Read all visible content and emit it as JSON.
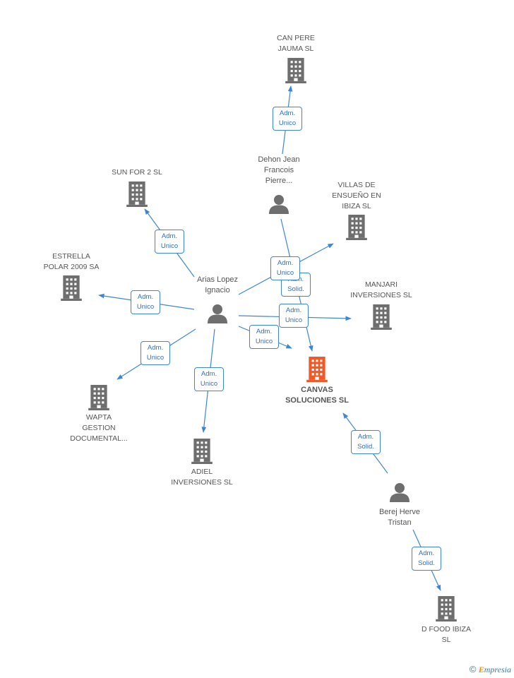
{
  "colors": {
    "edge": "#3d86d6",
    "building": "#6e6e6e",
    "main_building": "#f05a28",
    "person": "#6e6e6e",
    "label": "#555555"
  },
  "nodes": {
    "canvas": {
      "label_lines": [
        "CANVAS",
        "SOLUCIONES SL"
      ],
      "icon": "building-icon"
    },
    "can_pere": {
      "label_lines": [
        "CAN PERE",
        "JAUMA SL"
      ],
      "icon": "building-icon"
    },
    "sun_for_2": {
      "label_lines": [
        "SUN FOR 2 SL"
      ],
      "icon": "building-icon"
    },
    "villas": {
      "label_lines": [
        "VILLAS DE",
        "ENSUEÑO EN",
        "IBIZA SL"
      ],
      "icon": "building-icon"
    },
    "estrella": {
      "label_lines": [
        "ESTRELLA",
        "POLAR 2009 SA"
      ],
      "icon": "building-icon"
    },
    "manjari": {
      "label_lines": [
        "MANJARI",
        "INVERSIONES SL"
      ],
      "icon": "building-icon"
    },
    "wapta": {
      "label_lines": [
        "WAPTA",
        "GESTION",
        "DOCUMENTAL..."
      ],
      "icon": "building-icon"
    },
    "adiel": {
      "label_lines": [
        "ADIEL",
        "INVERSIONES SL"
      ],
      "icon": "building-icon"
    },
    "dfood": {
      "label_lines": [
        "D FOOD IBIZA",
        "SL"
      ],
      "icon": "building-icon"
    },
    "dehon": {
      "label_lines": [
        "Dehon Jean",
        "Francois",
        "Pierre..."
      ],
      "icon": "person-icon"
    },
    "arias": {
      "label_lines": [
        "Arias Lopez",
        "Ignacio"
      ],
      "icon": "person-icon"
    },
    "berej": {
      "label_lines": [
        "Berej Herve",
        "Tristan"
      ],
      "icon": "person-icon"
    }
  },
  "edges": [
    {
      "id": "dehon-canpere",
      "label": [
        "Adm.",
        "Unico"
      ]
    },
    {
      "id": "dehon-canvas",
      "label": [
        "Adm.",
        "Solid."
      ]
    },
    {
      "id": "arias-sunfor2",
      "label": [
        "Adm.",
        "Unico"
      ]
    },
    {
      "id": "arias-villas",
      "label": [
        "Adm.",
        "Unico"
      ]
    },
    {
      "id": "arias-estrella",
      "label": [
        "Adm.",
        "Unico"
      ]
    },
    {
      "id": "arias-manjari",
      "label": [
        "Adm.",
        "Unico"
      ]
    },
    {
      "id": "arias-canvas",
      "label": [
        "Adm.",
        "Unico"
      ]
    },
    {
      "id": "arias-wapta",
      "label": [
        "Adm.",
        "Unico"
      ]
    },
    {
      "id": "arias-adiel",
      "label": [
        "Adm.",
        "Unico"
      ]
    },
    {
      "id": "berej-canvas",
      "label": [
        "Adm.",
        "Solid."
      ]
    },
    {
      "id": "berej-dfood",
      "label": [
        "Adm.",
        "Solid."
      ]
    }
  ],
  "footer": {
    "copyright": "©",
    "brand_initial": "E",
    "brand_rest": "mpresia"
  }
}
